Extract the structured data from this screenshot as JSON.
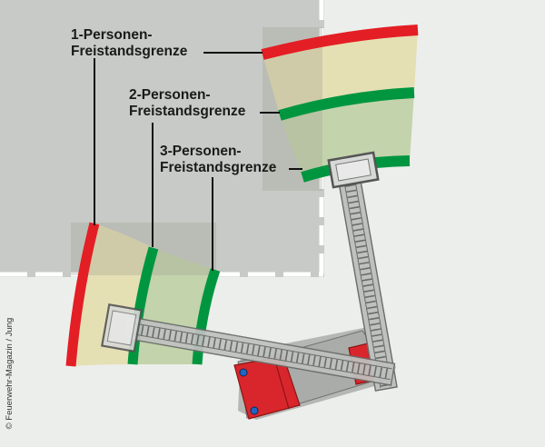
{
  "labels": {
    "one_person": {
      "line1": "1-Personen-",
      "line2": "Freistandsgrenze"
    },
    "two_persons": {
      "line1": "2-Personen-",
      "line2": "Freistandsgrenze"
    },
    "three_persons": {
      "line1": "3-Personen-",
      "line2": "Freistandsgrenze"
    }
  },
  "credit": "© Feuerwehr-Magazin / Jung",
  "colors": {
    "background": "#eceeec",
    "building": "#c7cac6",
    "zone_1_person": "#e5dfb4",
    "zone_2_persons": "#c3d3ab",
    "zone_3_persons": "#a7c6a3",
    "limit_1_person": "#e31e24",
    "limit_2_persons": "#009640",
    "limit_3_persons": "#009640",
    "truck": "#d8262c",
    "ladder": "#bfc1bf"
  }
}
